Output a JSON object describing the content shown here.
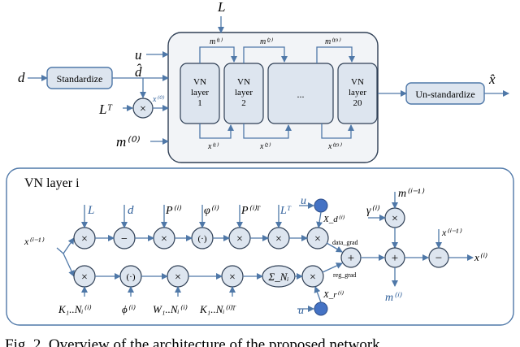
{
  "top": {
    "input_L": "L",
    "input_d": "d",
    "input_u": "u",
    "d_hat": "d̂",
    "LT": "Lᵀ",
    "x0_label": "x⁽⁰⁾",
    "m0": "m⁽⁰⁾",
    "standardize": "Standardize",
    "unstandardize": "Un-standardize",
    "output": "x̂",
    "layers": [
      {
        "line1": "VN",
        "line2": "layer",
        "line3": "1"
      },
      {
        "line1": "VN",
        "line2": "layer",
        "line3": "2"
      },
      {
        "line1": "...",
        "line2": "",
        "line3": ""
      },
      {
        "line1": "VN",
        "line2": "layer",
        "line3": "20"
      }
    ],
    "m_labels": [
      "m⁽¹⁾",
      "m⁽²⁾",
      "m⁽¹⁹⁾"
    ],
    "x_labels": [
      "x⁽¹⁾",
      "x⁽²⁾",
      "x⁽¹⁹⁾"
    ]
  },
  "bottom": {
    "title": "VN layer i",
    "input_x": "x⁽ⁱ⁻¹⁾",
    "top_row_inputs": [
      "L",
      "d",
      "P⁽ⁱ⁾",
      "φ⁽ⁱ⁾",
      "P⁽ⁱ⁾ᵀ",
      "Lᵀ"
    ],
    "u_top": "u",
    "xd": "X_d⁽ⁱ⁾",
    "data_grad": "data_grad",
    "reg_grad": "reg_grad",
    "gamma": "γ⁽ⁱ⁾",
    "m_prev": "m⁽ⁱ⁻¹⁾",
    "m_out": "m⁽ⁱ⁾",
    "x_prev_right": "x⁽ⁱ⁻¹⁾",
    "x_out": "x⁽ⁱ⁾",
    "bottom_row_inputs": [
      "K₁..Nᵢ⁽ⁱ⁾",
      "ϕ⁽ⁱ⁾",
      "W₁..Nᵢ⁽ⁱ⁾",
      "K₁..Nᵢ⁽ⁱ⁾ᵀ"
    ],
    "sum": "Σ_Nᵢ",
    "u_bottom": "u",
    "xr": "X_r⁽ⁱ⁾",
    "ops_top": [
      "×",
      "−",
      "×",
      "(·)",
      "×",
      "×",
      "×"
    ],
    "ops_bottom": [
      "×",
      "(·)",
      "×",
      "×",
      "×"
    ],
    "ops_right": [
      "+",
      "×",
      "+",
      "−"
    ],
    "caption": "Fig. 2. Overview of the architecture of the proposed network"
  },
  "colors": {
    "accent": "#4f78a8",
    "box_fill": "#dde5ef",
    "dot": "#4472c4"
  }
}
